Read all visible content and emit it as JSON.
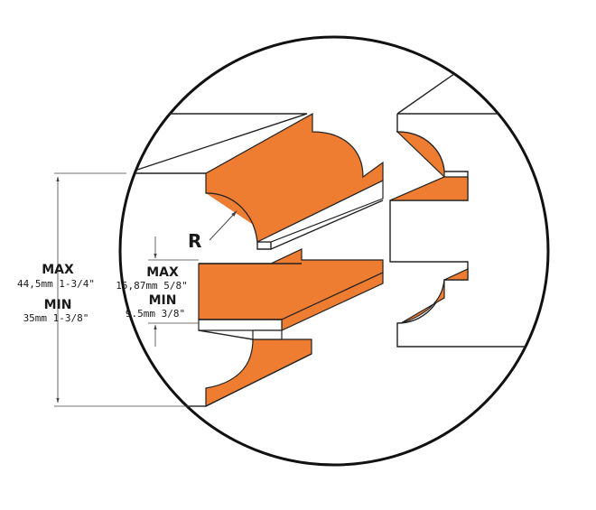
{
  "radius_label": "R",
  "overall_thickness": {
    "max_label": "MAX",
    "max_value": "44,5mm 1-3/4\"",
    "min_label": "MIN",
    "min_value": "35mm 1-3/8\""
  },
  "tongue_thickness": {
    "max_label": "MAX",
    "max_value": "15,87mm 5/8\"",
    "min_label": "MIN",
    "min_value": "9.5mm 3/8\""
  },
  "colors": {
    "profile_fill": "#ee7c31",
    "profile_light": "#f6b07e",
    "outline": "#222222"
  }
}
